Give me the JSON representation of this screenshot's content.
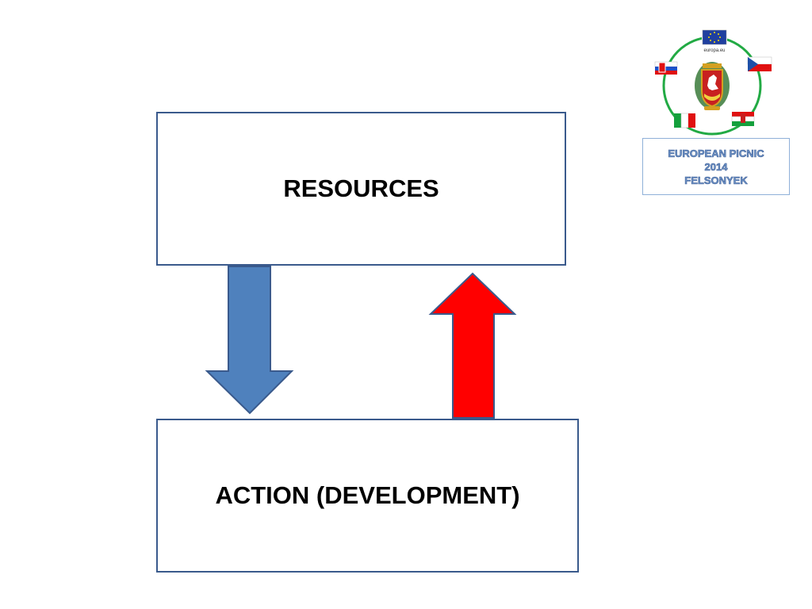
{
  "diagram": {
    "resources_label": "RESOURCES",
    "action_label": "ACTION (DEVELOPMENT)",
    "colors": {
      "box_border": "#3a5a8c",
      "down_arrow": "#4f81bd",
      "up_arrow": "#ff0000"
    }
  },
  "logo": {
    "eu_text": "europa.eu",
    "caption_line1": "EUROPEAN PICNIC",
    "caption_line2": "2014",
    "caption_line3": "FELSONYEK",
    "ring_color": "#22aa44"
  }
}
